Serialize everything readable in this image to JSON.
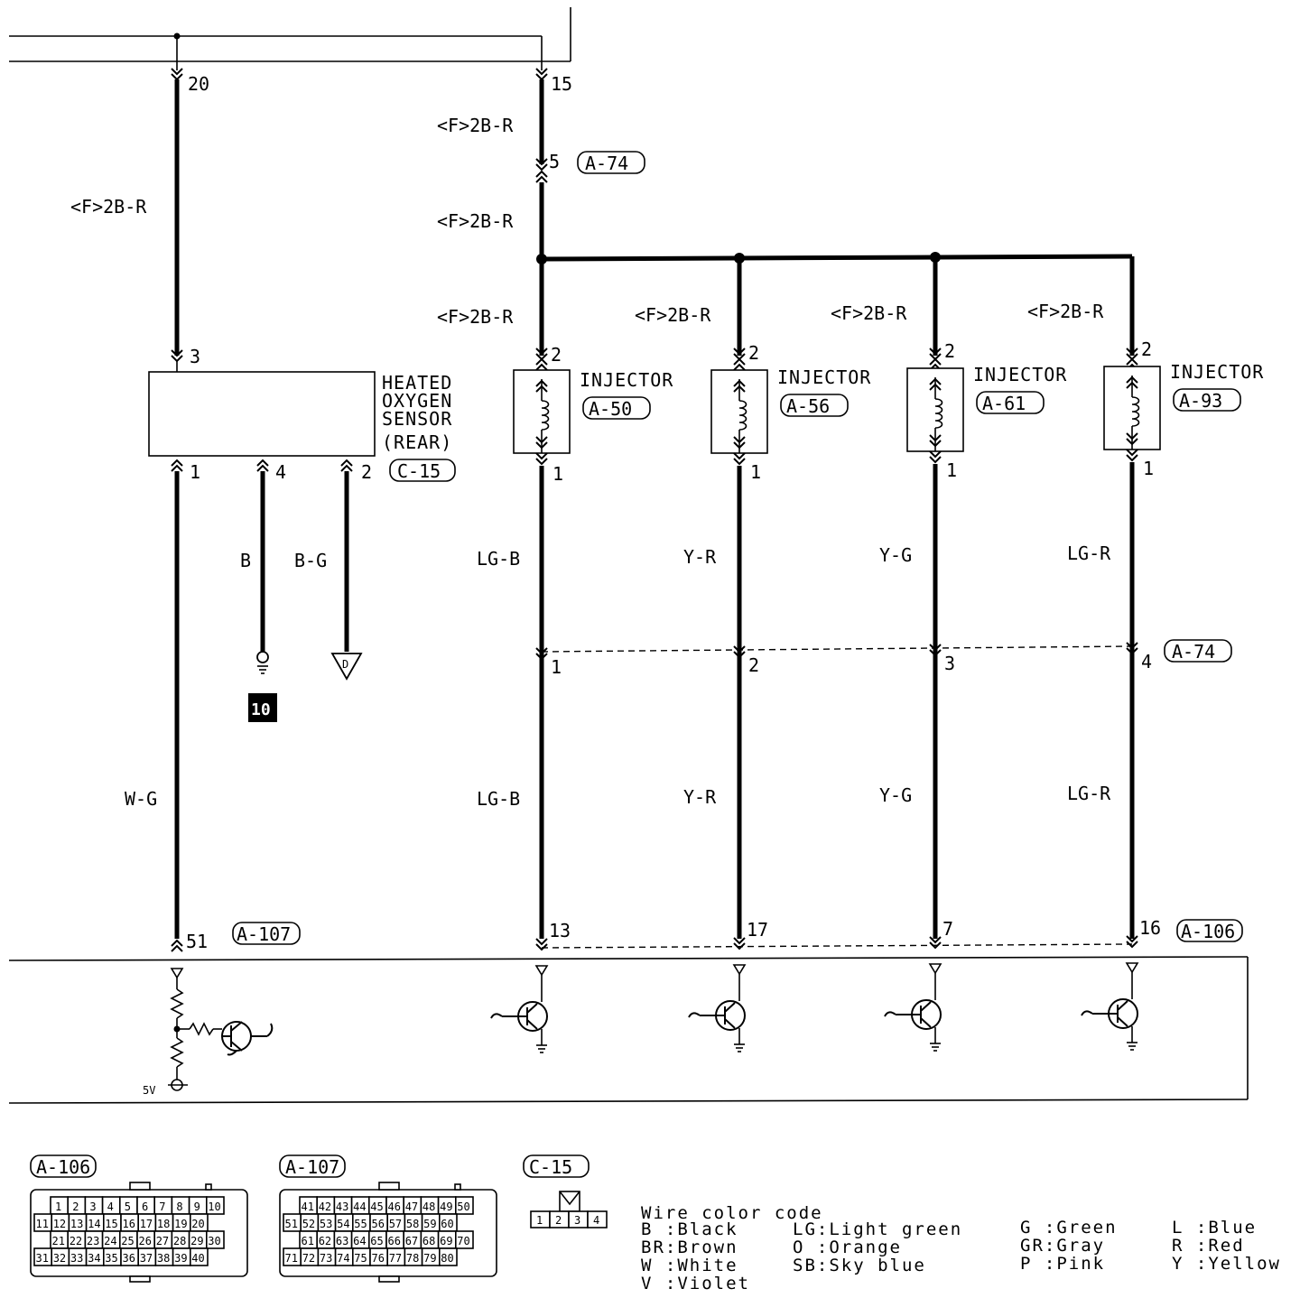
{
  "top_pins": {
    "p20": "20",
    "p15": "15"
  },
  "wire_labels": {
    "f2br": "<F>2B-R",
    "b": "B",
    "bg": "B-G",
    "wg": "W-G",
    "lgb": "LG-B",
    "yr": "Y-R",
    "yg": "Y-G",
    "lgr": "LG-R"
  },
  "junction_a74_top": {
    "pin": "5",
    "connector": "A-74"
  },
  "sensor": {
    "line1": "HEATED",
    "line2": "OXYGEN",
    "line3": "SENSOR",
    "line4": "(REAR)",
    "connector": "C-15",
    "pin_top": "3",
    "pin_left": "1",
    "pin_mid": "4",
    "pin_right": "2"
  },
  "ground_badge": "10",
  "ground_symbol_letter": "D",
  "injectors": [
    {
      "label": "INJECTOR",
      "connector": "A-50",
      "pin_top": "2",
      "pin_bottom": "1",
      "a74_pin": "1",
      "ecu_pin": "13"
    },
    {
      "label": "INJECTOR",
      "connector": "A-56",
      "pin_top": "2",
      "pin_bottom": "1",
      "a74_pin": "2",
      "ecu_pin": "17"
    },
    {
      "label": "INJECTOR",
      "connector": "A-61",
      "pin_top": "2",
      "pin_bottom": "1",
      "a74_pin": "3",
      "ecu_pin": "7"
    },
    {
      "label": "INJECTOR",
      "connector": "A-93",
      "pin_top": "2",
      "pin_bottom": "1",
      "a74_pin": "4",
      "ecu_pin": "16"
    }
  ],
  "a74_mid_connector": "A-74",
  "ecu": {
    "pin_sensor": "51",
    "connector_sensor": "A-107",
    "connector_injectors": "A-106",
    "five_volt": "5V"
  },
  "connector_views": {
    "a106": {
      "title": "A-106",
      "rows": [
        [
          "1",
          "2",
          "3",
          "4",
          "5",
          "6",
          "7",
          "8",
          "9",
          "10"
        ],
        [
          "11",
          "12",
          "13",
          "14",
          "15",
          "16",
          "17",
          "18",
          "19",
          "20"
        ],
        [
          "21",
          "22",
          "23",
          "24",
          "25",
          "26",
          "27",
          "28",
          "29",
          "30"
        ],
        [
          "31",
          "32",
          "33",
          "34",
          "35",
          "36",
          "37",
          "38",
          "39",
          "40"
        ]
      ]
    },
    "a107": {
      "title": "A-107",
      "rows": [
        [
          "41",
          "42",
          "43",
          "44",
          "45",
          "46",
          "47",
          "48",
          "49",
          "50"
        ],
        [
          "51",
          "52",
          "53",
          "54",
          "55",
          "56",
          "57",
          "58",
          "59",
          "60"
        ],
        [
          "61",
          "62",
          "63",
          "64",
          "65",
          "66",
          "67",
          "68",
          "69",
          "70"
        ],
        [
          "71",
          "72",
          "73",
          "74",
          "75",
          "76",
          "77",
          "78",
          "79",
          "80"
        ]
      ]
    },
    "c15": {
      "title": "C-15",
      "cells": [
        "1",
        "2",
        "3",
        "4"
      ]
    }
  },
  "wire_color_code": {
    "title": "Wire color code",
    "col1": [
      "B :Black",
      "BR:Brown",
      "W :White",
      "V :Violet"
    ],
    "col2": [
      "LG:Light green",
      "O :Orange",
      "SB:Sky blue"
    ],
    "col3": [
      "G :Green",
      "GR:Gray",
      "P :Pink"
    ],
    "col4": [
      "L :Blue",
      "R :Red",
      "Y :Yellow"
    ]
  }
}
